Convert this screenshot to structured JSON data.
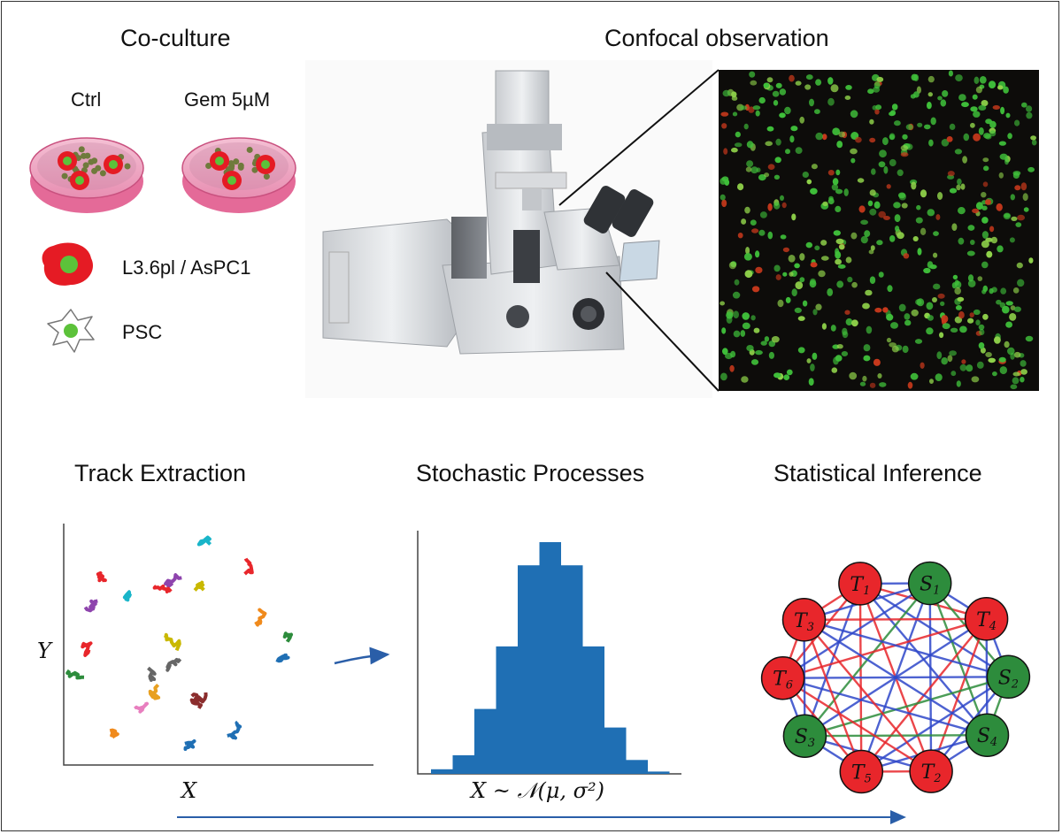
{
  "titles": {
    "coculture": "Co-culture",
    "confocal": "Confocal observation",
    "track": "Track Extraction",
    "stochastic": "Stochastic Processes",
    "inference": "Statistical Inference"
  },
  "dishes": {
    "ctrl": "Ctrl",
    "gem": "Gem 5µM"
  },
  "legend": {
    "tumor": "L3.6pl / AsPC1",
    "psc": "PSC"
  },
  "track_plot": {
    "xlabel": "X",
    "ylabel": "Y"
  },
  "histogram": {
    "xlabel": "X ~ 𝒩(μ, σ²)",
    "values": [
      0.02,
      0.08,
      0.28,
      0.55,
      0.9,
      1.0,
      0.9,
      0.55,
      0.2,
      0.06,
      0.01
    ],
    "color": "#1f6fb4"
  },
  "network": {
    "nodes": [
      {
        "id": "T",
        "sub": "1",
        "type": "tumor"
      },
      {
        "id": "S",
        "sub": "1",
        "type": "stellate"
      },
      {
        "id": "T",
        "sub": "4",
        "type": "tumor"
      },
      {
        "id": "S",
        "sub": "2",
        "type": "stellate"
      },
      {
        "id": "S",
        "sub": "4",
        "type": "stellate"
      },
      {
        "id": "T",
        "sub": "2",
        "type": "tumor"
      },
      {
        "id": "T",
        "sub": "5",
        "type": "tumor"
      },
      {
        "id": "S",
        "sub": "3",
        "type": "stellate"
      },
      {
        "id": "T",
        "sub": "6",
        "type": "tumor"
      },
      {
        "id": "T",
        "sub": "3",
        "type": "tumor"
      }
    ],
    "colors": {
      "tumor": "#e8262b",
      "stellate": "#2d8c3c",
      "tt": "#e8262b",
      "ss": "#2d8c3c",
      "ts": "#2f47c9"
    }
  },
  "colors": {
    "arrow": "#2a5ea8",
    "dish": "#f2a3bf",
    "cell_red": "#e51b24",
    "cell_green": "#5cc23a"
  }
}
